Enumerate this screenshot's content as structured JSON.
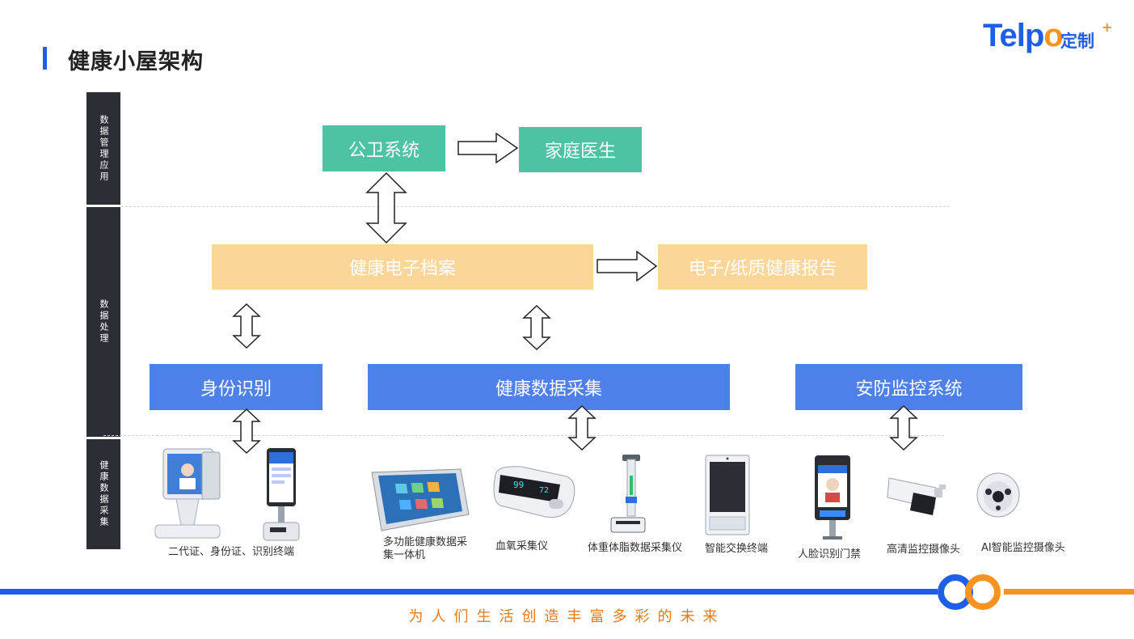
{
  "header": {
    "title": "健康小屋架构"
  },
  "logo": {
    "brand_prefix": "Telp",
    "brand_o": "o",
    "brand_cn": "定制",
    "brand_plus": "+"
  },
  "side_labels": {
    "management": "数据管理应用",
    "processing": "数据处理",
    "collection": "健康数据采集"
  },
  "nodes": {
    "public_health": "公卫系统",
    "family_doctor": "家庭医生",
    "ehr": "健康电子档案",
    "report": "电子/纸质健康报告",
    "identity": "身份识别",
    "health_collection": "健康数据采集",
    "security": "安防监控系统"
  },
  "devices": {
    "id_terminal": "二代证、身份证、识别终端",
    "multi_collector": "多功能健康数据采集一体机",
    "oximeter": "血氧采集仪",
    "body_scale": "体重体脂数据采集仪",
    "exchange_terminal": "智能交换终端",
    "face_gate": "人脸识别门禁",
    "hd_camera": "高清监控摄像头",
    "ai_camera": "AI智能监控摄像头"
  },
  "oximeter_screen": {
    "spo2": "99",
    "pr": "72"
  },
  "footer": {
    "slogan": "为人们生活创造丰富多彩的未来"
  },
  "colors": {
    "green": "#4DC3A3",
    "peach": "#FCD698",
    "blue": "#4E80EA",
    "sidebar": "#2B2E34",
    "brand_blue": "#1E5FE6",
    "brand_orange": "#F7931E"
  }
}
